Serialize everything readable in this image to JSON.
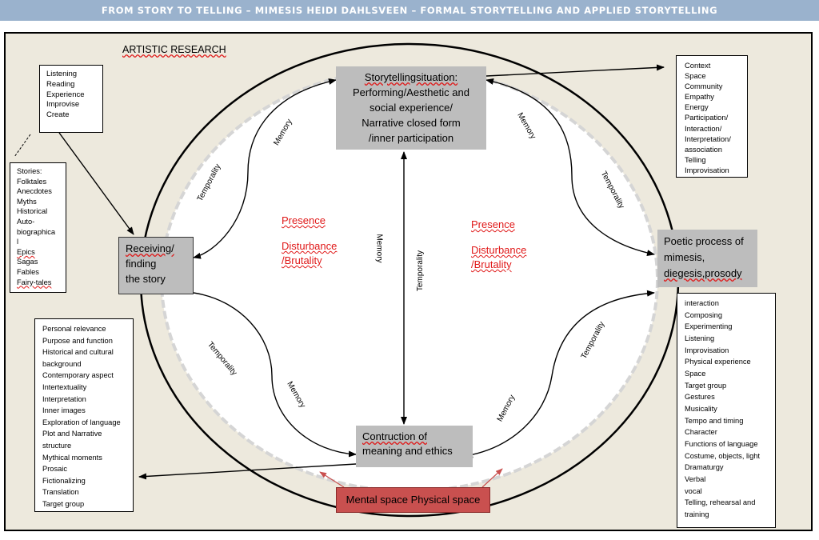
{
  "banner": "FROM STORY TO TELLING – MIMESIS HEIDI DAHLSVEEN – FORMAL STORYTELLING AND APPLIED STORYTELLING",
  "artistic_research": "ARTISTIC RESEARCH",
  "practices": [
    "Listening",
    "Reading",
    "Experience",
    "Improvise",
    "Create"
  ],
  "stories": [
    "Stories:",
    "Folktales",
    "Anecdotes",
    "Myths",
    "Historical",
    "Auto-",
    "biographica",
    "l",
    "Epics",
    "Sagas",
    "Fables",
    "Fairy-tales"
  ],
  "context": [
    "Context",
    "Space",
    "Community",
    "Empathy",
    "Energy",
    "Participation/",
    "Interaction/",
    "Interpretation/",
    "association",
    "Telling",
    "Improvisation"
  ],
  "storytelling_situation": [
    "Storytellingsituation:",
    "Performing/Aesthetic and",
    "social experience/",
    "Narrative closed form",
    "/inner participation"
  ],
  "receiving": [
    "Receiving/",
    "finding",
    "the story"
  ],
  "poetic": [
    "Poetic process of",
    "mimesis,",
    "diegesis,prosody"
  ],
  "construction": [
    "Contruction of",
    "meaning and ethics"
  ],
  "presence_left": [
    "Presence",
    "Disturbance",
    "/Brutality"
  ],
  "presence_right": [
    "Presence",
    "Disturbance",
    "/Brutality"
  ],
  "labels": {
    "memory": "Memory",
    "temporality": "Temporality"
  },
  "relevance": [
    "Personal relevance",
    "Purpose and function",
    "Historical and cultural",
    "background",
    "Contemporary aspect",
    "Intertextuality",
    "Interpretation",
    "Inner images",
    "Exploration of language",
    "Plot and Narrative",
    "structure",
    "Mythical moments",
    "Prosaic",
    "Fictionalizing",
    "Translation",
    "Target group"
  ],
  "poetic_list": [
    "interaction",
    "Composing",
    "Experimenting",
    "Listening",
    "Improvisation",
    "Physical experience",
    "Space",
    "Target group",
    "Gestures",
    "Musicality",
    "Tempo and timing",
    "Character",
    "Functions of language",
    "Costume, objects, light",
    "Dramaturgy",
    "Verbal",
    "vocal",
    "Telling, rehearsal and",
    "training"
  ],
  "mental_space": "Mental space Physical space",
  "colors": {
    "banner": "#9ab2cd",
    "background": "#ede9dd",
    "gray_box": "#bdbdbd",
    "accent_red": "#e01818",
    "mental_box": "#c9504f"
  }
}
